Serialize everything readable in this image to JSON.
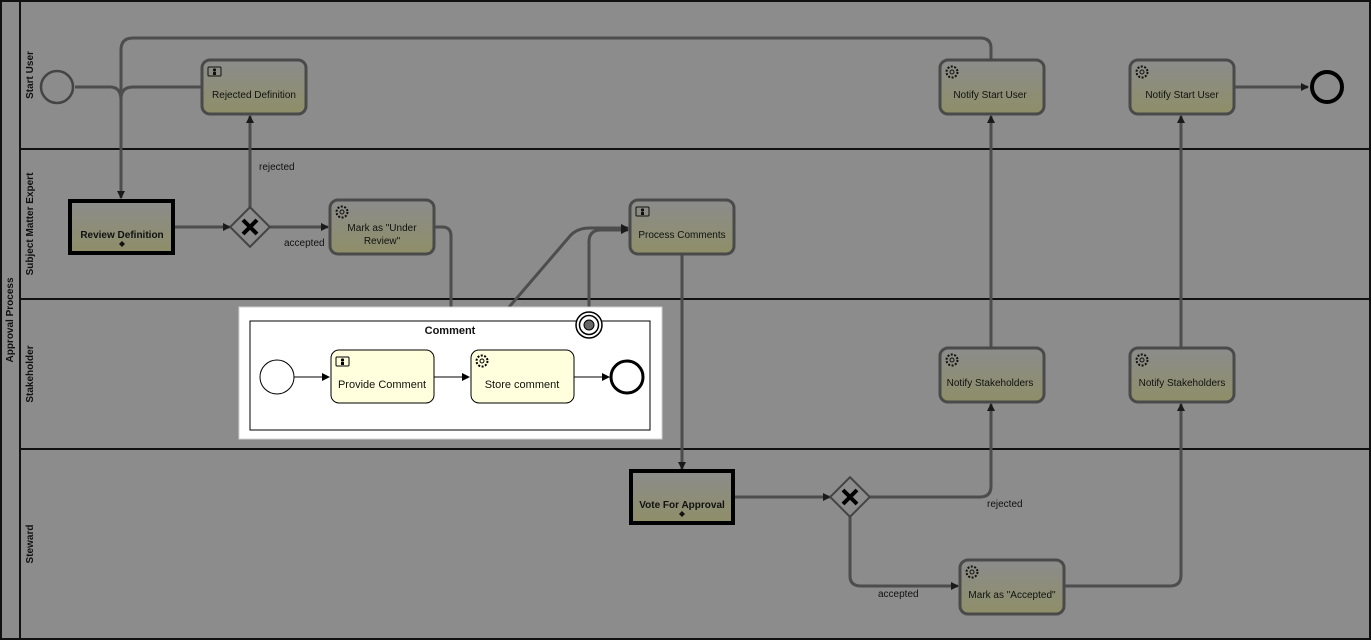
{
  "pool": {
    "label": "Approval Process"
  },
  "lanes": [
    {
      "id": "start-user",
      "label": "Start User"
    },
    {
      "id": "sme",
      "label": "Subject Matter Expert"
    },
    {
      "id": "stakeholder",
      "label": "Stakeholder"
    },
    {
      "id": "steward",
      "label": "Steward"
    }
  ],
  "tasks": {
    "rejected_definition": {
      "label": "Rejected Definition",
      "icon": "user-task-icon"
    },
    "notify_start_user_1": {
      "label": "Notify Start User",
      "icon": "service-task-icon"
    },
    "notify_start_user_2": {
      "label": "Notify Start User",
      "icon": "service-task-icon"
    },
    "review_definition": {
      "label": "Review Definition",
      "marker": "call-activity-marker"
    },
    "mark_under_review": {
      "label_line1": "Mark as \"Under",
      "label_line2": "Review\"",
      "icon": "service-task-icon"
    },
    "process_comments": {
      "label": "Process Comments",
      "icon": "user-task-icon"
    },
    "notify_stakeholders_1": {
      "label": "Notify Stakeholders",
      "icon": "service-task-icon"
    },
    "notify_stakeholders_2": {
      "label": "Notify Stakeholders",
      "icon": "service-task-icon"
    },
    "vote_for_approval": {
      "label": "Vote For Approval",
      "marker": "call-activity-marker"
    },
    "mark_accepted": {
      "label": "Mark as \"Accepted\"",
      "icon": "service-task-icon"
    }
  },
  "subprocess": {
    "title": "Comment",
    "provide_comment": {
      "label": "Provide Comment",
      "icon": "user-task-icon"
    },
    "store_comment": {
      "label": "Store comment",
      "icon": "service-task-icon"
    }
  },
  "flow_labels": {
    "rejected_top": "rejected",
    "accepted_top": "accepted",
    "rejected_bottom": "rejected",
    "accepted_bottom": "accepted"
  },
  "colors": {
    "background": "#8c8c8c",
    "task_fill_dim": "#8e8e6c",
    "task_stroke_dim": "#4a4a4a",
    "lane_line": "#111111",
    "edge_dim": "#4d4d4d",
    "focus_panel": "#ffffff",
    "focus_task_fill": "#ffffdd"
  }
}
